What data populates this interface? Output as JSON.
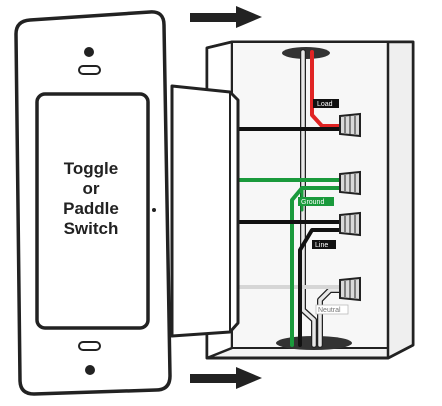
{
  "switch_label": {
    "line1": "Toggle",
    "line2": "or",
    "line3": "Paddle",
    "line4": "Switch"
  },
  "wire_labels": {
    "load": "Load",
    "ground": "Ground",
    "line": "Line",
    "neutral": "Neutral"
  },
  "colors": {
    "outline": "#222222",
    "load": "#e02424",
    "ground": "#1a9a3c",
    "line": "#111111",
    "neutral": "#e4e4e4",
    "box_fill": "#f1f1f1",
    "nut_fill": "#d9d9d9"
  },
  "icons": [
    "arrow-right-icon",
    "wire-nut-icon"
  ]
}
